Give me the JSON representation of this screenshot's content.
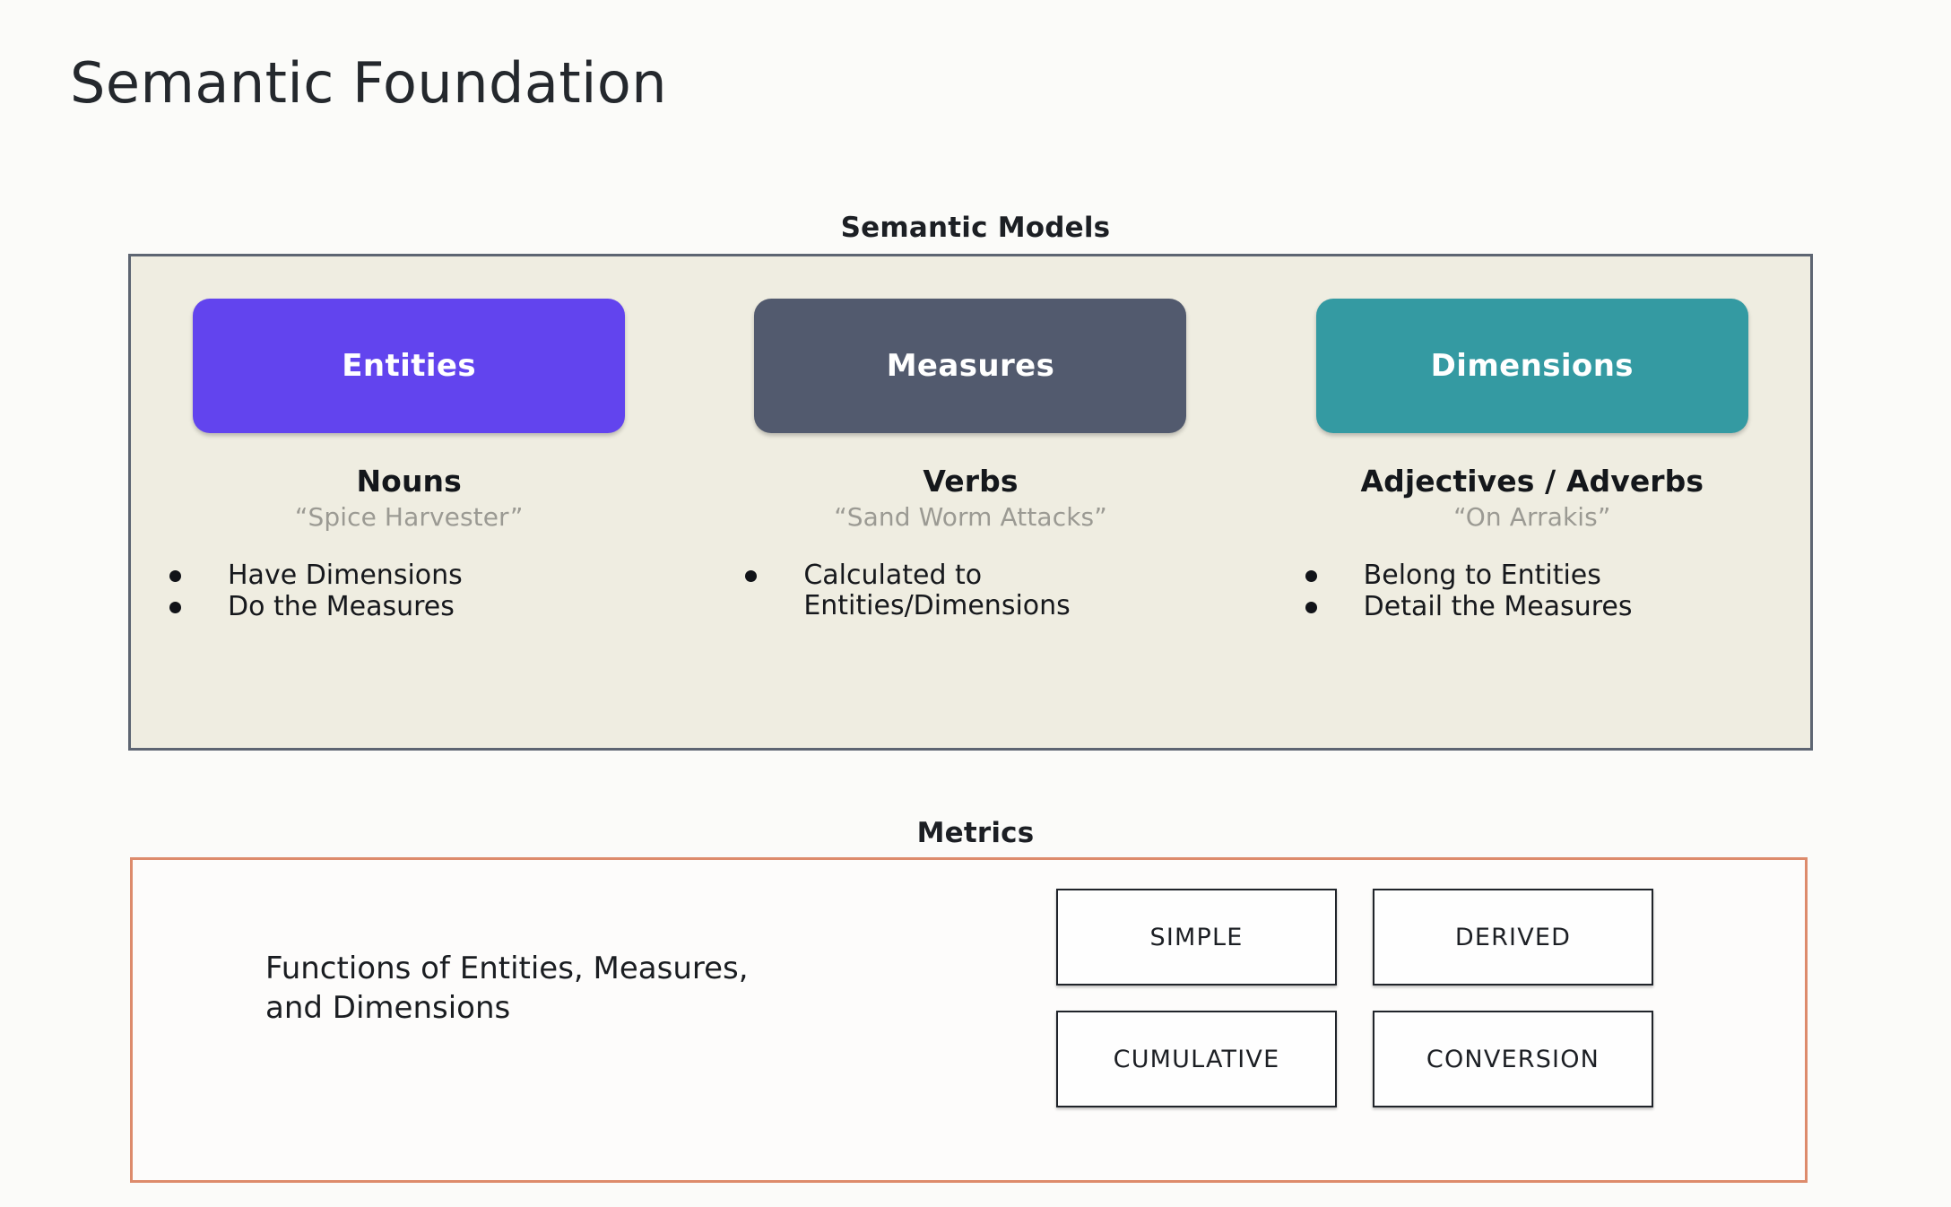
{
  "page": {
    "title": "Semantic Foundation",
    "background_color": "#fbfbf9"
  },
  "semantic_models": {
    "caption": "Semantic Models",
    "panel_background": "#efede1",
    "panel_border_color": "#5d6572",
    "columns": [
      {
        "pill_label": "Entities",
        "pill_color": "#6244ee",
        "part_of_speech": "Nouns",
        "example": "“Spice Harvester”",
        "bullets": [
          "Have Dimensions",
          "Do the Measures"
        ]
      },
      {
        "pill_label": "Measures",
        "pill_color": "#525a6e",
        "part_of_speech": "Verbs",
        "example": "“Sand Worm Attacks”",
        "bullets": [
          "Calculated to\nEntities/Dimensions"
        ]
      },
      {
        "pill_label": "Dimensions",
        "pill_color": "#349aa2",
        "part_of_speech": "Adjectives / Adverbs",
        "example": "“On Arrakis”",
        "bullets": [
          "Belong to Entities",
          "Detail the Measures"
        ]
      }
    ]
  },
  "metrics": {
    "caption": "Metrics",
    "panel_border_color": "#dd8b6c",
    "panel_background": "#fdfcfb",
    "description": "Functions of Entities, Measures,\nand Dimensions",
    "types": [
      "SIMPLE",
      "DERIVED",
      "CUMULATIVE",
      "CONVERSION"
    ]
  }
}
